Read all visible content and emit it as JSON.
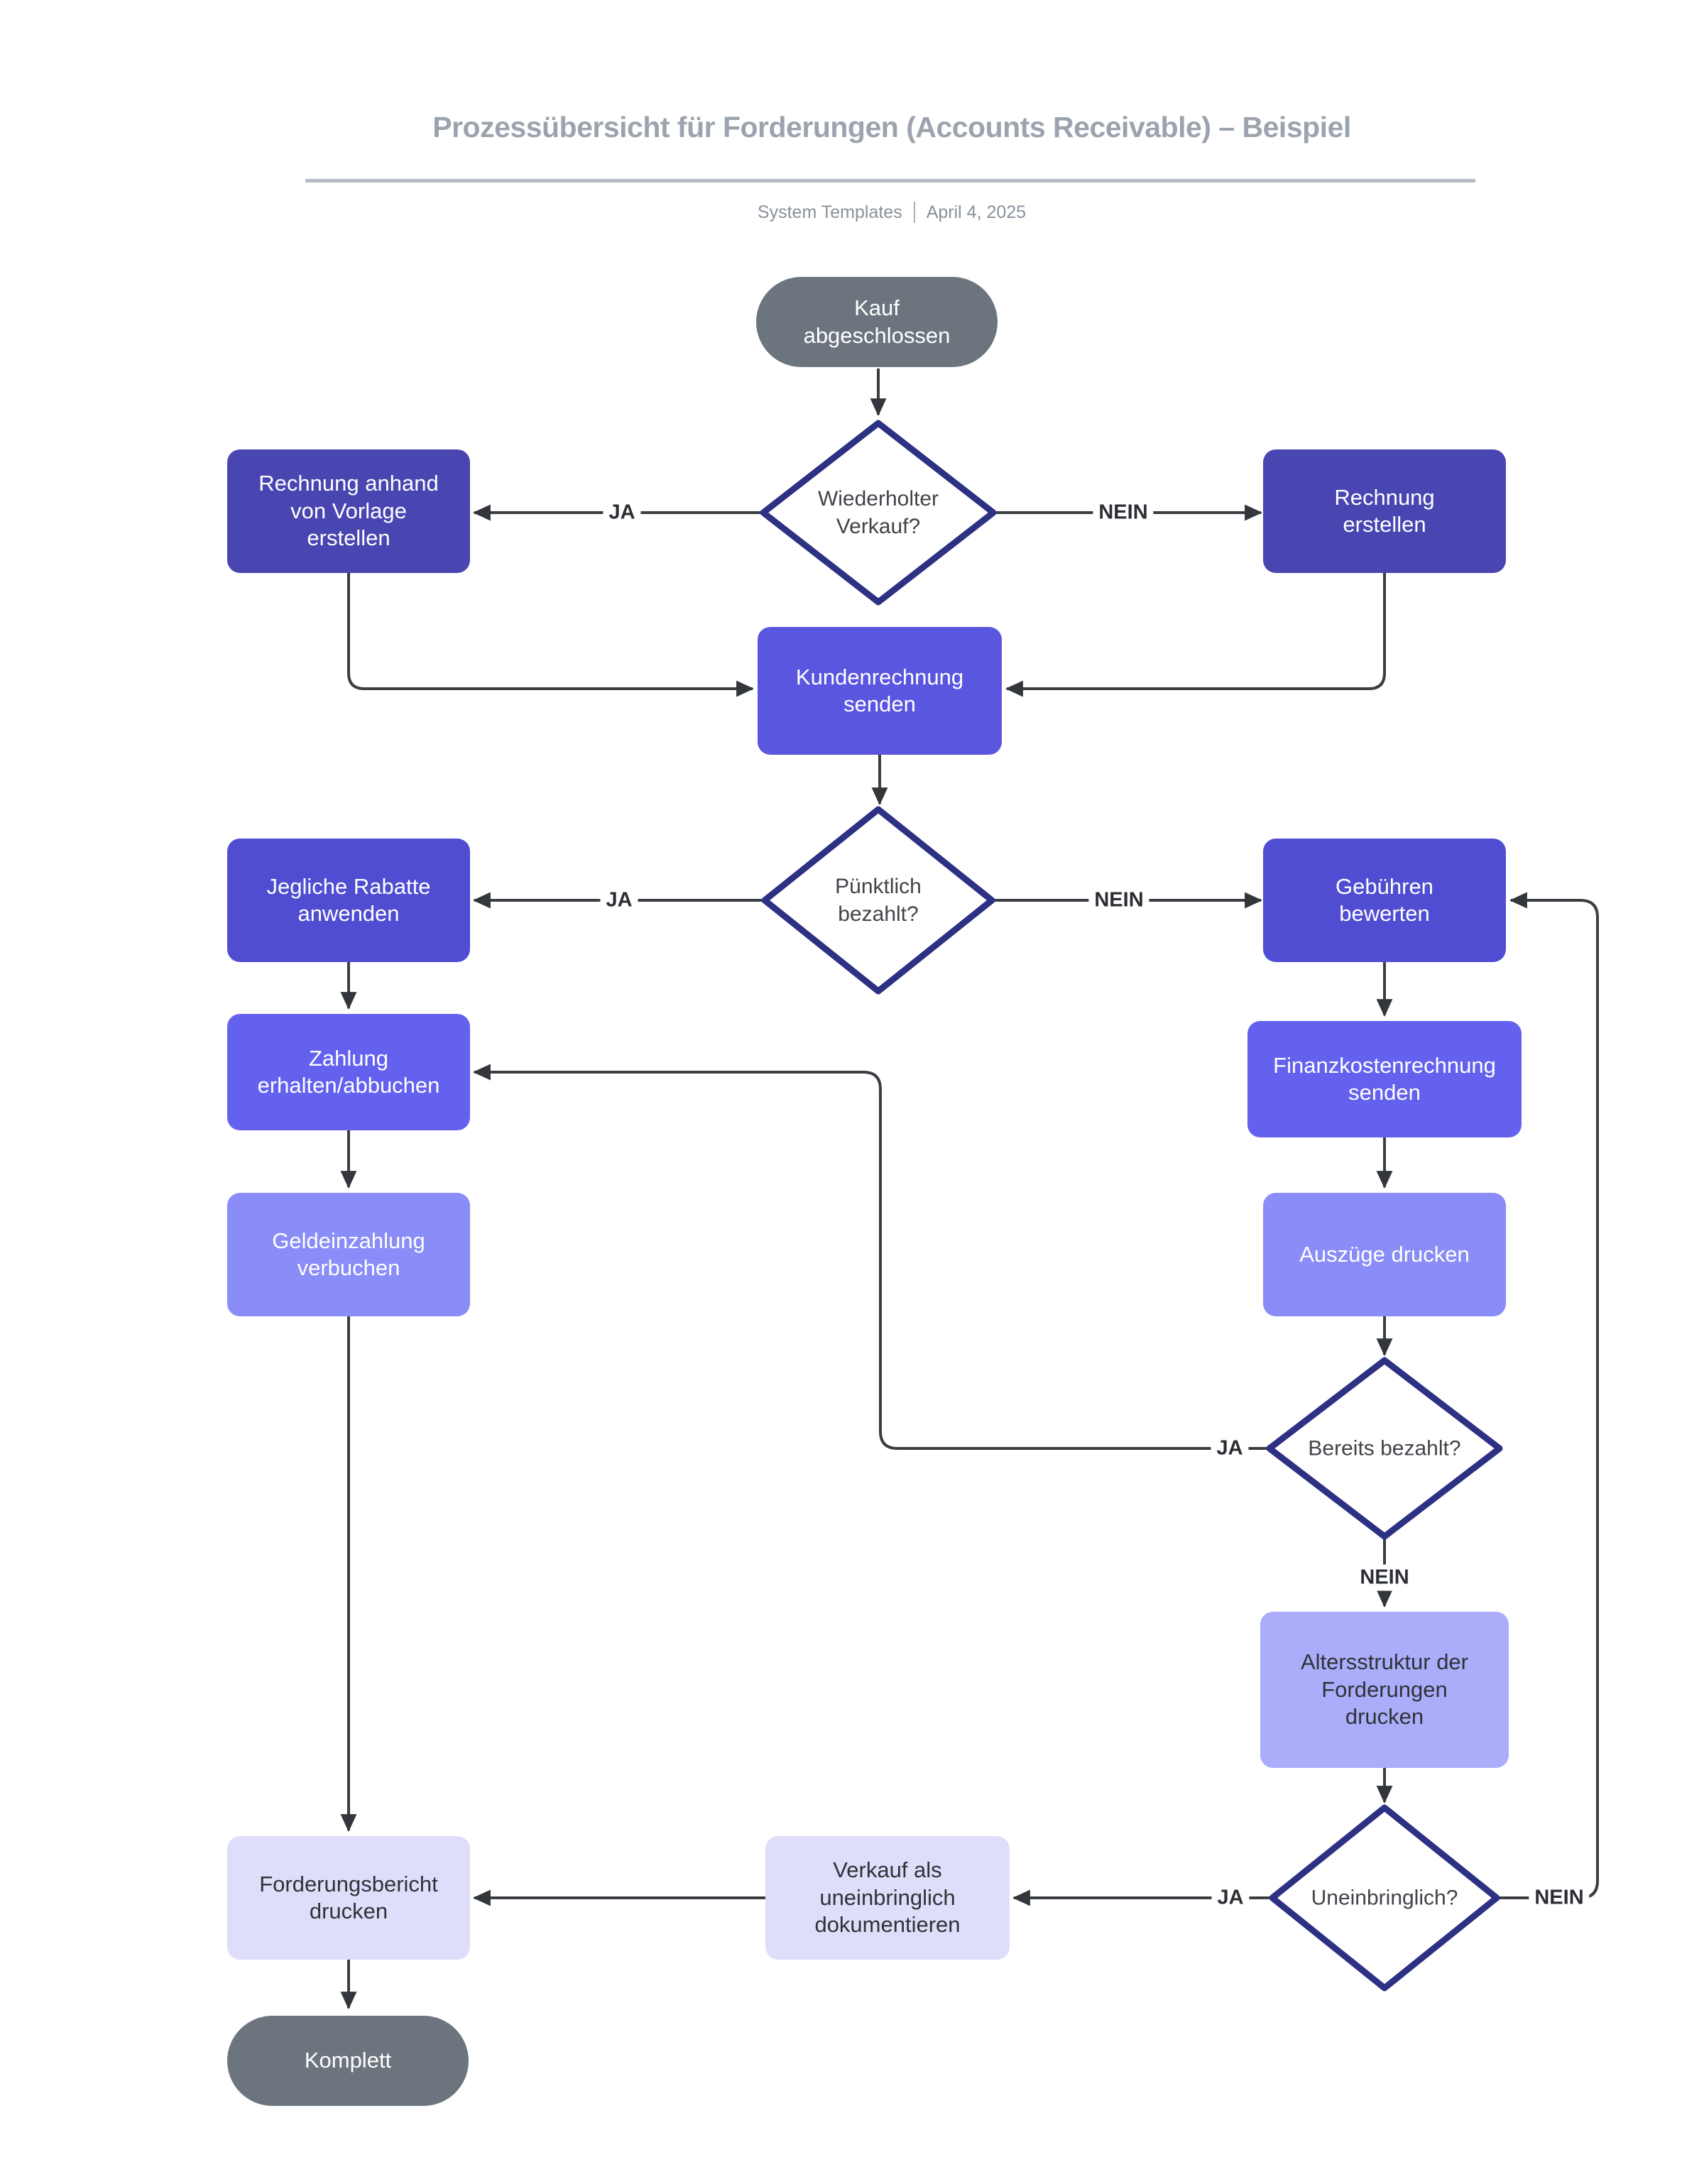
{
  "header": {
    "title": "Prozessübersicht für Forderungen (Accounts Receivable) – Beispiel",
    "meta_source": "System Templates",
    "meta_date": "April 4, 2025"
  },
  "nodes": {
    "start": {
      "label": "Kauf\nabgeschlossen",
      "type": "terminator"
    },
    "repeat_sale": {
      "label": "Wiederholter\nVerkauf?",
      "type": "decision"
    },
    "invoice_from_template": {
      "label": "Rechnung anhand\nvon Vorlage\nerstellen",
      "type": "process"
    },
    "create_invoice": {
      "label": "Rechnung\nerstellen",
      "type": "process"
    },
    "send_customer_invoice": {
      "label": "Kundenrechnung\nsenden",
      "type": "process"
    },
    "paid_on_time": {
      "label": "Pünktlich\nbezahlt?",
      "type": "decision"
    },
    "apply_discounts": {
      "label": "Jegliche Rabatte\nanwenden",
      "type": "process"
    },
    "assess_fees": {
      "label": "Gebühren\nbewerten",
      "type": "process"
    },
    "receive_payment": {
      "label": "Zahlung\nerhalten/abbuchen",
      "type": "process"
    },
    "send_finance_charge_invoice": {
      "label": "Finanzkostenrechnung\nsenden",
      "type": "process"
    },
    "record_deposit": {
      "label": "Geldeinzahlung\nverbuchen",
      "type": "process"
    },
    "print_statements": {
      "label": "Auszüge drucken",
      "type": "process"
    },
    "already_paid": {
      "label": "Bereits bezahlt?",
      "type": "decision"
    },
    "print_aging": {
      "label": "Altersstruktur der\nForderungen\ndrucken",
      "type": "process"
    },
    "uncollectible": {
      "label": "Uneinbringlich?",
      "type": "decision"
    },
    "document_bad_debt": {
      "label": "Verkauf als\nuneinbringlich\ndokumentieren",
      "type": "process"
    },
    "print_ar_report": {
      "label": "Forderungsbericht\ndrucken",
      "type": "process"
    },
    "end": {
      "label": "Komplett",
      "type": "terminator"
    }
  },
  "edges": {
    "repeat_sale_ja": {
      "from": "repeat_sale",
      "to": "invoice_from_template",
      "label": "JA"
    },
    "repeat_sale_nein": {
      "from": "repeat_sale",
      "to": "create_invoice",
      "label": "NEIN"
    },
    "paid_on_time_ja": {
      "from": "paid_on_time",
      "to": "apply_discounts",
      "label": "JA"
    },
    "paid_on_time_nein": {
      "from": "paid_on_time",
      "to": "assess_fees",
      "label": "NEIN"
    },
    "already_paid_ja": {
      "from": "already_paid",
      "to": "receive_payment",
      "label": "JA"
    },
    "already_paid_nein": {
      "from": "already_paid",
      "to": "print_aging",
      "label": "NEIN"
    },
    "uncollectible_ja": {
      "from": "uncollectible",
      "to": "document_bad_debt",
      "label": "JA"
    },
    "uncollectible_nein": {
      "from": "uncollectible",
      "to": "assess_fees",
      "label": "NEIN"
    }
  },
  "colors": {
    "terminator_gray": "#6C757E",
    "process_darkest": "#4946B2",
    "process_dark": "#504DD2",
    "process_medium_bright": "#5A56E0",
    "process_medium": "#6461EF",
    "process_light": "#8A8CF8",
    "process_lighter": "#ABADFA",
    "process_lightest": "#DEDEFB",
    "diamond_border": "#2D3183",
    "edge_line": "#3A3E43",
    "title_gray": "#9CA3AE"
  }
}
